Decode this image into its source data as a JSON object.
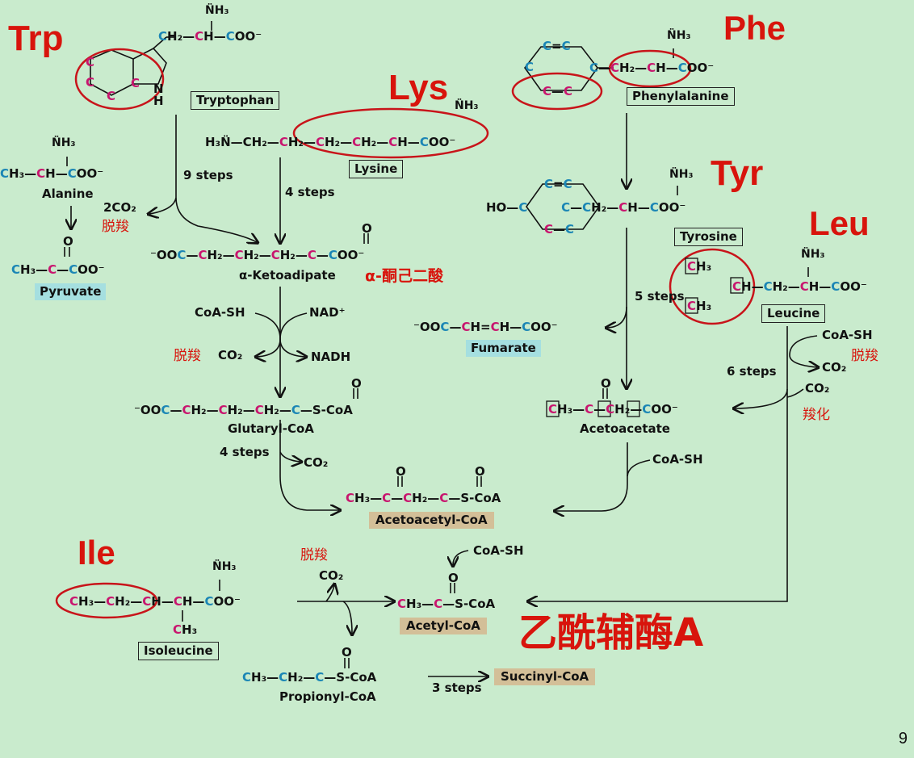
{
  "labels": {
    "trp": "Trp",
    "phe": "Phe",
    "lys": "Lys",
    "tyr": "Tyr",
    "leu": "Leu",
    "ile": "Ile"
  },
  "boxes": {
    "tryptophan": "Tryptophan",
    "lysine": "Lysine",
    "phenylalanine": "Phenylalanine",
    "tyrosine": "Tyrosine",
    "leucine": "Leucine",
    "isoleucine": "Isoleucine"
  },
  "highlights": {
    "pyruvate": "Pyruvate",
    "fumarate": "Fumarate",
    "acetoacetyl_coa": "Acetoacetyl-CoA",
    "acetyl_coa": "Acetyl-CoA",
    "succinyl_coa": "Succinyl-CoA"
  },
  "names": {
    "alanine": "Alanine",
    "alpha_ketoadipate": "α-Ketoadipate",
    "glutaryl_coa": "Glutaryl-CoA",
    "acetoacetate": "Acetoacetate",
    "propionyl_coa": "Propionyl-CoA"
  },
  "steps": {
    "nine": "9 steps",
    "four_a": "4 steps",
    "four_b": "4 steps",
    "five": "5 steps",
    "six": "6 steps",
    "three": "3 steps"
  },
  "cofactors": {
    "two_co2": "2CO₂",
    "coash_1": "CoA-SH",
    "nad": "NAD⁺",
    "co2_1": "CO₂",
    "nadh": "NADH",
    "co2_2": "CO₂",
    "coash_2": "CoA-SH",
    "co2_3": "CO₂",
    "co2_4": "CO₂",
    "coash_3": "CoA-SH",
    "coash_4": "CoA-SH",
    "co2_5": "CO₂"
  },
  "chinese": {
    "decarbox_1": "脱羧",
    "keto_adipate": "α-酮己二酸",
    "decarbox_2": "脱羧",
    "decarbox_3": "脱羧",
    "carbox": "羧化",
    "decarbox_4": "脱羧",
    "acetyl_coa_cn": "乙酰辅酶A"
  },
  "page_number": "9"
}
